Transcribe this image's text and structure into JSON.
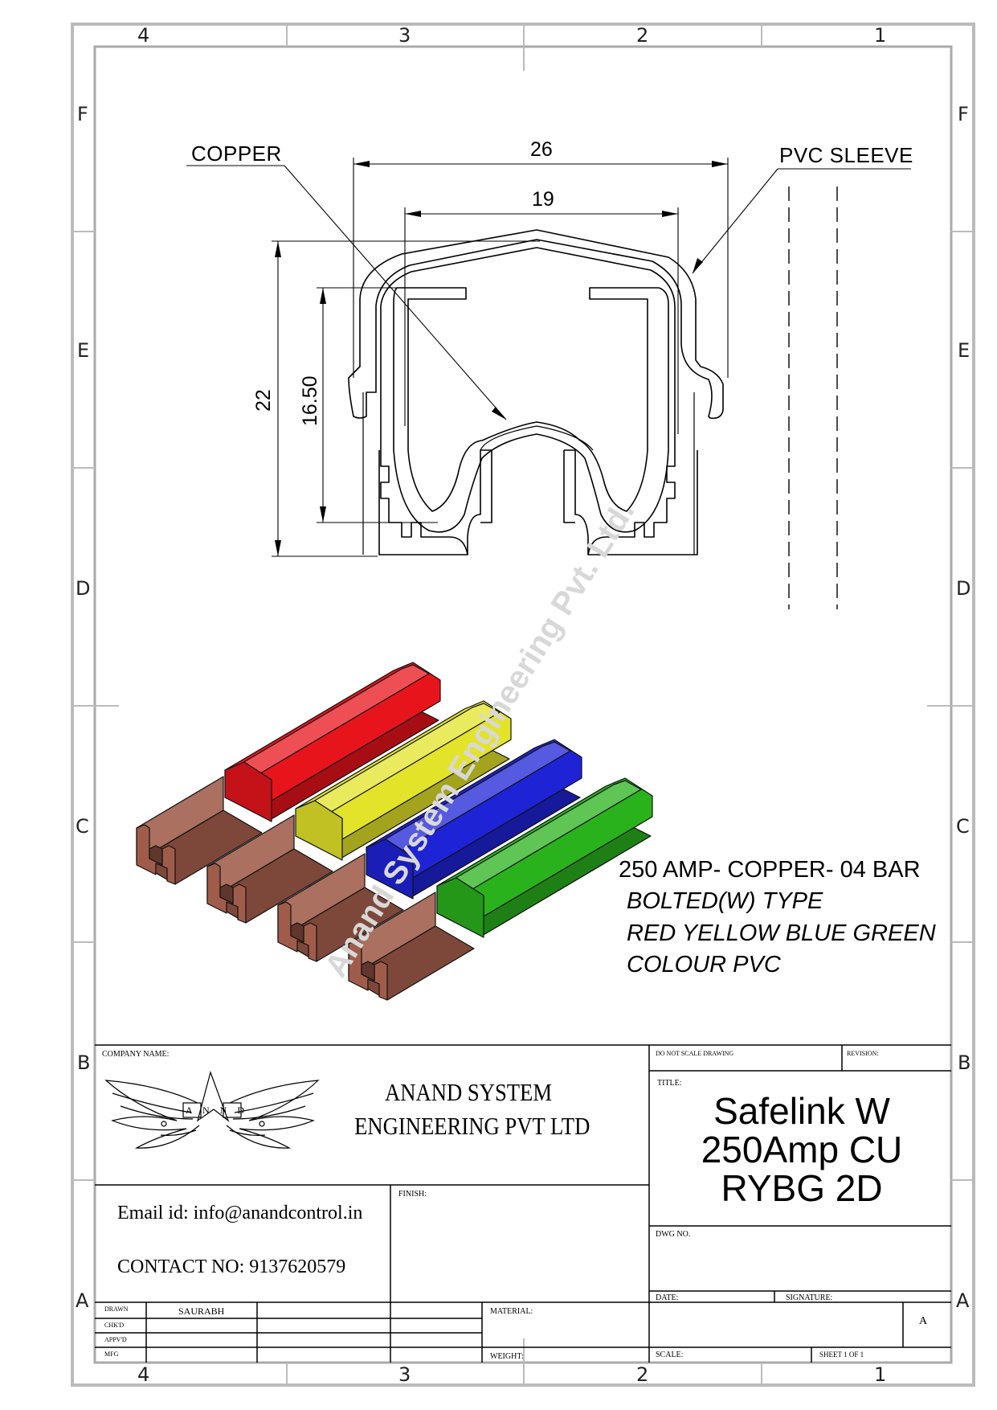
{
  "zones": {
    "columns": [
      "4",
      "3",
      "2",
      "1"
    ],
    "rows": [
      "F",
      "E",
      "D",
      "C",
      "B",
      "A"
    ]
  },
  "callouts": {
    "copper": "COPPER",
    "pvc_sleeve": "PVC SLEEVE"
  },
  "dimensions": {
    "outer_width": "26",
    "inner_width": "19",
    "outer_height": "22",
    "inner_height": "16.50"
  },
  "colors": {
    "red": "#e8141c",
    "yellow": "#e3e32a",
    "blue": "#1e23d6",
    "green": "#2ab21c",
    "copper": "#a05c4a",
    "ink": "#000000"
  },
  "bars": [
    {
      "color_name": "red"
    },
    {
      "color_name": "yellow"
    },
    {
      "color_name": "blue"
    },
    {
      "color_name": "green"
    }
  ],
  "note_lines": [
    "250 AMP- COPPER- 04 BAR",
    "BOLTED(W) TYPE",
    "RED YELLOW BLUE GREEN",
    "COLOUR PVC"
  ],
  "watermark": "Anand System Engineering Pvt. Ltd.",
  "title_block": {
    "company_name_label": "COMPANY NAME:",
    "logo_text": "A N   N D",
    "company_line1": "ANAND SYSTEM",
    "company_line2": "ENGINEERING PVT LTD",
    "email": "Email id: info@anandcontrol.in",
    "contact": "CONTACT NO: 9137620579",
    "finish_label": "FINISH:",
    "do_not_scale": "DO NOT SCALE DRAWING",
    "revision_label": "REVISION:",
    "title_label": "TITLE:",
    "title_lines": [
      "Safelink W",
      "250Amp CU",
      "RYBG 2D"
    ],
    "dwg_no_label": "DWG NO.",
    "date_label": "DATE:",
    "signature_label": "SIGNATURE:",
    "size": "A",
    "drawn_label": "DRAWN",
    "chkd_label": "CHK'D",
    "appvd_label": "APPV'D",
    "mfg_label": "MFG",
    "drawn_by": "SAURABH",
    "material_label": "MATERIAL:",
    "weight_label": "WEIGHT:",
    "scale_label": "SCALE:",
    "sheet_label": "SHEET 1 OF 1"
  }
}
